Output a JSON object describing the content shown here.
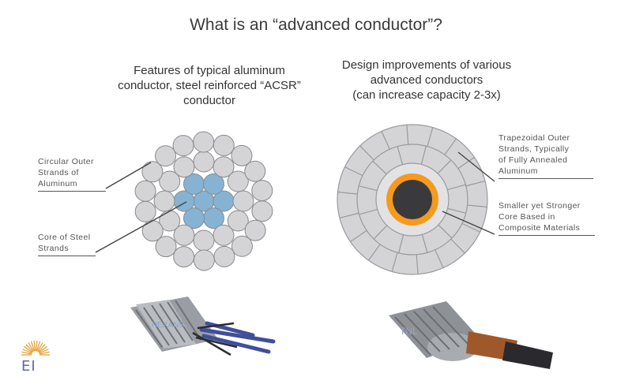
{
  "title": "What is an “advanced conductor”?",
  "left": {
    "heading_lines": [
      "Features of typical aluminum",
      "conductor, steel reinforced “ACSR”",
      "conductor"
    ],
    "callout_outer_lines": [
      "Circular Outer",
      "Strands of",
      "Aluminum"
    ],
    "callout_core_lines": [
      "Core of Steel",
      "Strands"
    ],
    "photo_watermark": "NEXANS"
  },
  "right": {
    "heading_lines": [
      "Design improvements of various",
      "advanced conductors",
      "(can increase capacity 2-3x)"
    ],
    "callout_outer_lines": [
      "Trapezoidal Outer",
      "Strands, Typically",
      "of Fully Annealed",
      "Aluminum"
    ],
    "callout_core_lines": [
      "Smaller yet Stronger",
      "Core Based in",
      "Composite Materials"
    ],
    "photo_watermark": "TNL"
  },
  "logo": {
    "text": "EI",
    "icon": "sunburst-icon"
  },
  "colors": {
    "strand_gray": "#d4d4d6",
    "steel_blue": "#86b3d3",
    "core_orange": "#f59a1e",
    "core_dark": "#3a3a3c"
  }
}
